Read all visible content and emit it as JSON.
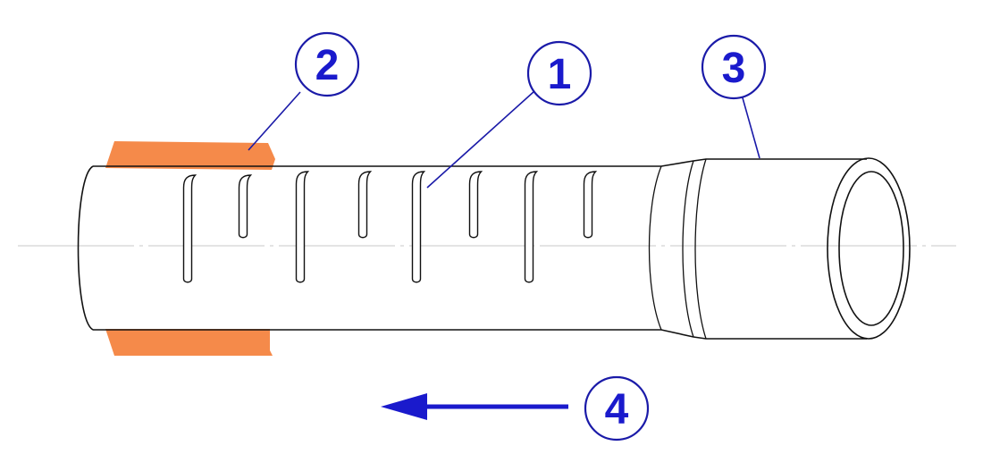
{
  "callouts": [
    {
      "id": "1",
      "label": "1"
    },
    {
      "id": "2",
      "label": "2"
    },
    {
      "id": "3",
      "label": "3"
    },
    {
      "id": "4",
      "label": "4"
    }
  ],
  "colors": {
    "sleeve": "#f58a4a",
    "callout": "#1a1acc",
    "arrow": "#1a1acc",
    "outline": "#111111",
    "centerline": "#c8c8c8"
  }
}
